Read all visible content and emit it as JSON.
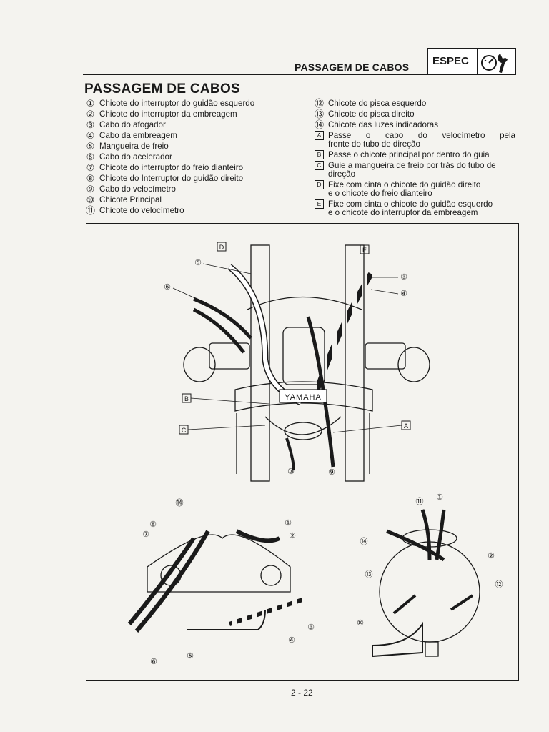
{
  "header": {
    "section_title": "PASSAGEM DE CABOS",
    "tab_label": "ESPEC",
    "tab_icon": "wrench-gauge-icon"
  },
  "page_title": "PASSAGEM DE CABOS",
  "left_list": [
    {
      "mark": "①",
      "text": "Chicote do interruptor do guidão esquerdo"
    },
    {
      "mark": "②",
      "text": "Chicote do interruptor da embreagem"
    },
    {
      "mark": "③",
      "text": "Cabo do afogador"
    },
    {
      "mark": "④",
      "text": "Cabo da embreagem"
    },
    {
      "mark": "⑤",
      "text": "Mangueira de freio"
    },
    {
      "mark": "⑥",
      "text": "Cabo do acelerador"
    },
    {
      "mark": "⑦",
      "text": "Chicote do interruptor do freio dianteiro"
    },
    {
      "mark": "⑧",
      "text": "Chicote do Interruptor do guidão direito"
    },
    {
      "mark": "⑨",
      "text": "Cabo do velocímetro"
    },
    {
      "mark": "⑩",
      "text": "Chicote Principal"
    },
    {
      "mark": "⑪",
      "text": "Chicote do velocímetro"
    }
  ],
  "right_list": [
    {
      "mark": "⑫",
      "text": "Chicote do pisca esquerdo"
    },
    {
      "mark": "⑬",
      "text": "Chicote do pisca direito"
    },
    {
      "mark": "⑭",
      "text": "Chicote das luzes indicadoras"
    }
  ],
  "instructions": [
    {
      "letter": "A",
      "line1": "Passe o cabo do velocímetro pela",
      "line2": "frente do tubo de direção"
    },
    {
      "letter": "B",
      "line1": "Passe o chicote principal por dentro do guia",
      "line2": ""
    },
    {
      "letter": "C",
      "line1": "Guie a mangueira de freio por trás do tubo de",
      "line2": "direção"
    },
    {
      "letter": "D",
      "line1": "Fixe com cinta o chicote do guidão direito",
      "line2": "e o chicote do freio dianteiro"
    },
    {
      "letter": "E",
      "line1": "Fixe com cinta o chicote do guidão esquerdo",
      "line2": "e o chicote do interruptor da embreagem"
    }
  ],
  "figure": {
    "brand_plate": "YAMAHA",
    "callouts_top": [
      "D",
      "E",
      "⑤",
      "⑥",
      "③",
      "④",
      "B",
      "C",
      "A",
      "⑩",
      "⑨"
    ],
    "callouts_bottom_left": [
      "⑭",
      "⑧",
      "⑦",
      "①",
      "②",
      "③",
      "④",
      "⑤",
      "⑥"
    ],
    "callouts_bottom_right": [
      "⑪",
      "①",
      "⑭",
      "②",
      "⑬",
      "⑫",
      "⑩"
    ]
  },
  "page_number": "2 - 22"
}
